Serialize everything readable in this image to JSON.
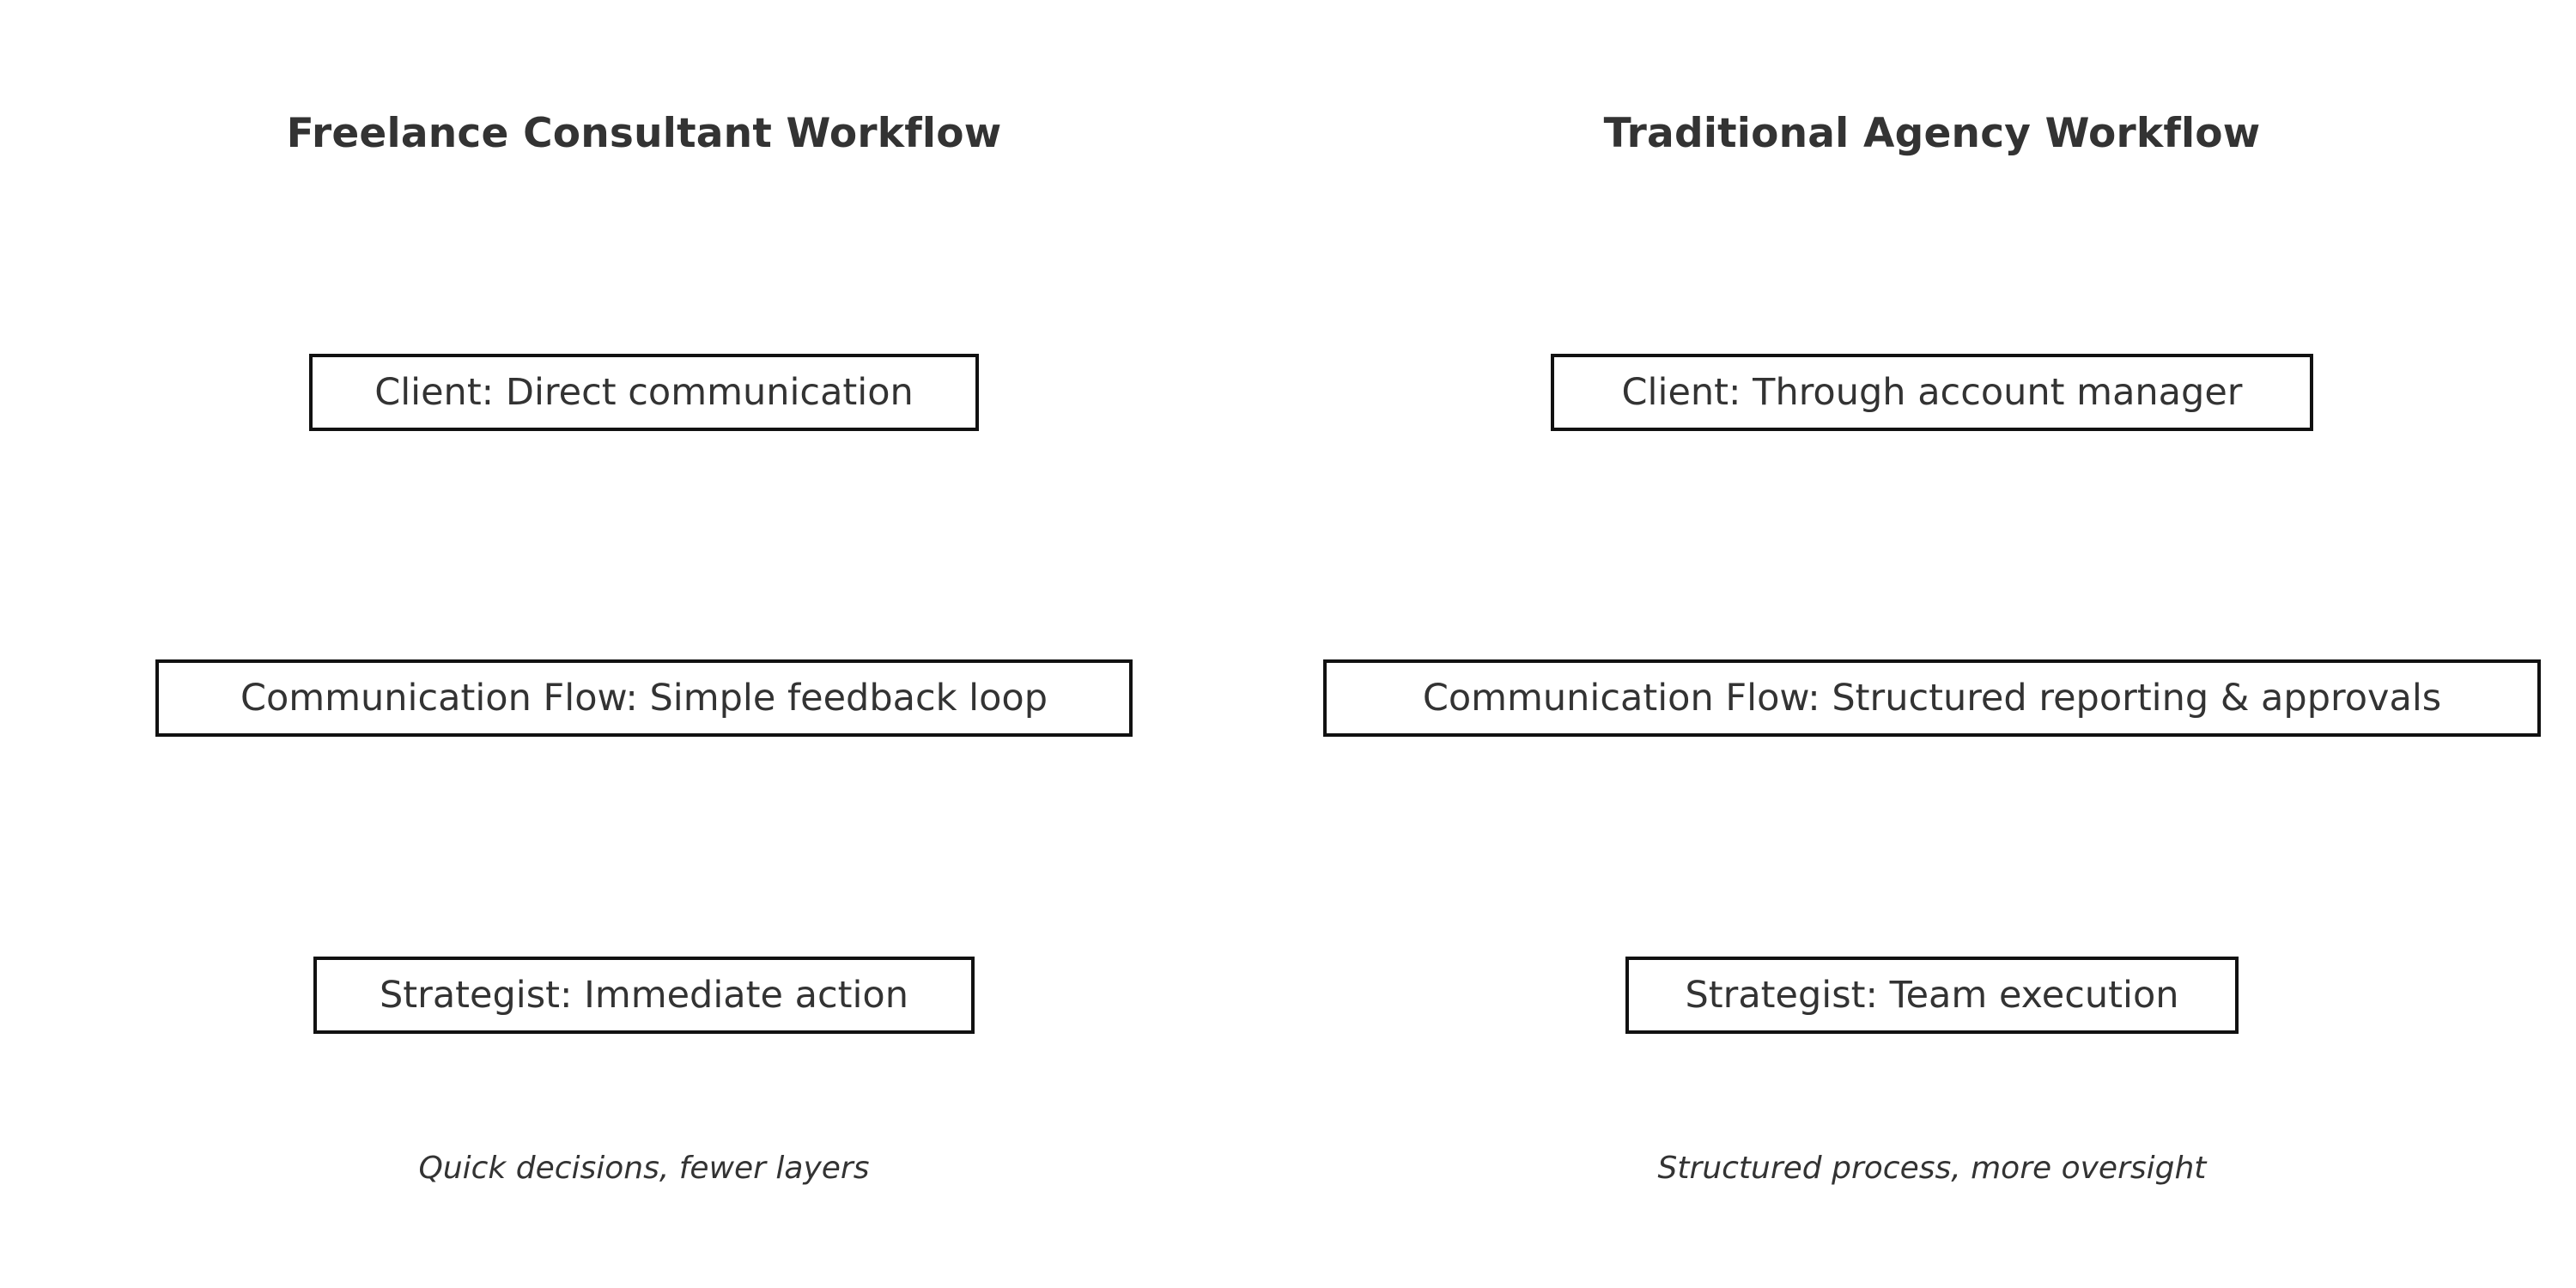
{
  "page": {
    "background_color": "#ffffff",
    "text_color": "#333333",
    "box_border_color": "#111111",
    "box_fill_color": "#ffffff"
  },
  "columns": [
    {
      "id": "freelance",
      "title": "Freelance Consultant Workflow",
      "nodes": [
        {
          "id": "client",
          "label": "Client: Direct communication"
        },
        {
          "id": "communication",
          "label": "Communication Flow: Simple feedback loop"
        },
        {
          "id": "strategist",
          "label": "Strategist: Immediate action"
        }
      ],
      "caption": "Quick decisions, fewer layers"
    },
    {
      "id": "agency",
      "title": "Traditional Agency Workflow",
      "nodes": [
        {
          "id": "client",
          "label": "Client: Through account manager"
        },
        {
          "id": "communication",
          "label": "Communication Flow: Structured reporting & approvals"
        },
        {
          "id": "strategist",
          "label": "Strategist: Team execution"
        }
      ],
      "caption": "Structured process, more oversight"
    }
  ]
}
